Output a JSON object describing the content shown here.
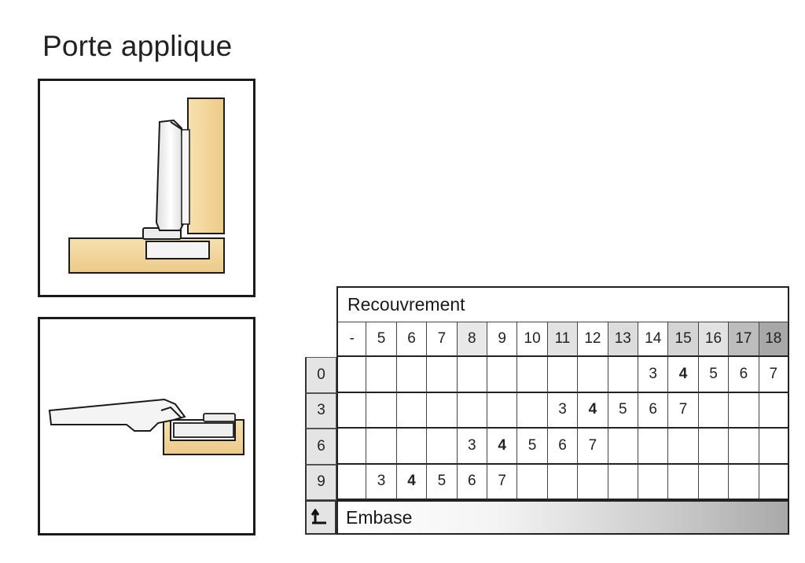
{
  "title": "Porte applique",
  "table": {
    "header_label": "Recouvrement",
    "columns": [
      "-",
      "5",
      "6",
      "7",
      "8",
      "9",
      "10",
      "11",
      "12",
      "13",
      "14",
      "15",
      "16",
      "17",
      "18"
    ],
    "column_shades": [
      "#ffffff",
      "#ffffff",
      "#ffffff",
      "#ffffff",
      "#e8e8e8",
      "#ffffff",
      "#ffffff",
      "#e2e2e2",
      "#ffffff",
      "#dcdcdc",
      "#ffffff",
      "#d4d4d4",
      "#e2e2e2",
      "#bdbdbd",
      "#a8a8a8"
    ],
    "rows": [
      {
        "label": "0",
        "cells": [
          "",
          "",
          "",
          "",
          "",
          "",
          "",
          "",
          "",
          "",
          "3",
          "4",
          "5",
          "6",
          "7"
        ]
      },
      {
        "label": "3",
        "cells": [
          "",
          "",
          "",
          "",
          "",
          "",
          "",
          "3",
          "4",
          "5",
          "6",
          "7",
          "",
          "",
          ""
        ]
      },
      {
        "label": "6",
        "cells": [
          "",
          "",
          "",
          "",
          "3",
          "4",
          "5",
          "6",
          "7",
          "",
          "",
          "",
          "",
          "",
          ""
        ]
      },
      {
        "label": "9",
        "cells": [
          "",
          "3",
          "4",
          "5",
          "6",
          "7",
          "",
          "",
          "",
          "",
          "",
          "",
          "",
          "",
          ""
        ]
      }
    ],
    "footer_label": "Embase",
    "footer_icon": "corner-arrow-icon",
    "bold_value": "4"
  },
  "colors": {
    "wood": "#f3d9a5",
    "wood_dark": "#e8c486",
    "hinge": "#f2f2f2",
    "outline": "#1b1b1b"
  }
}
